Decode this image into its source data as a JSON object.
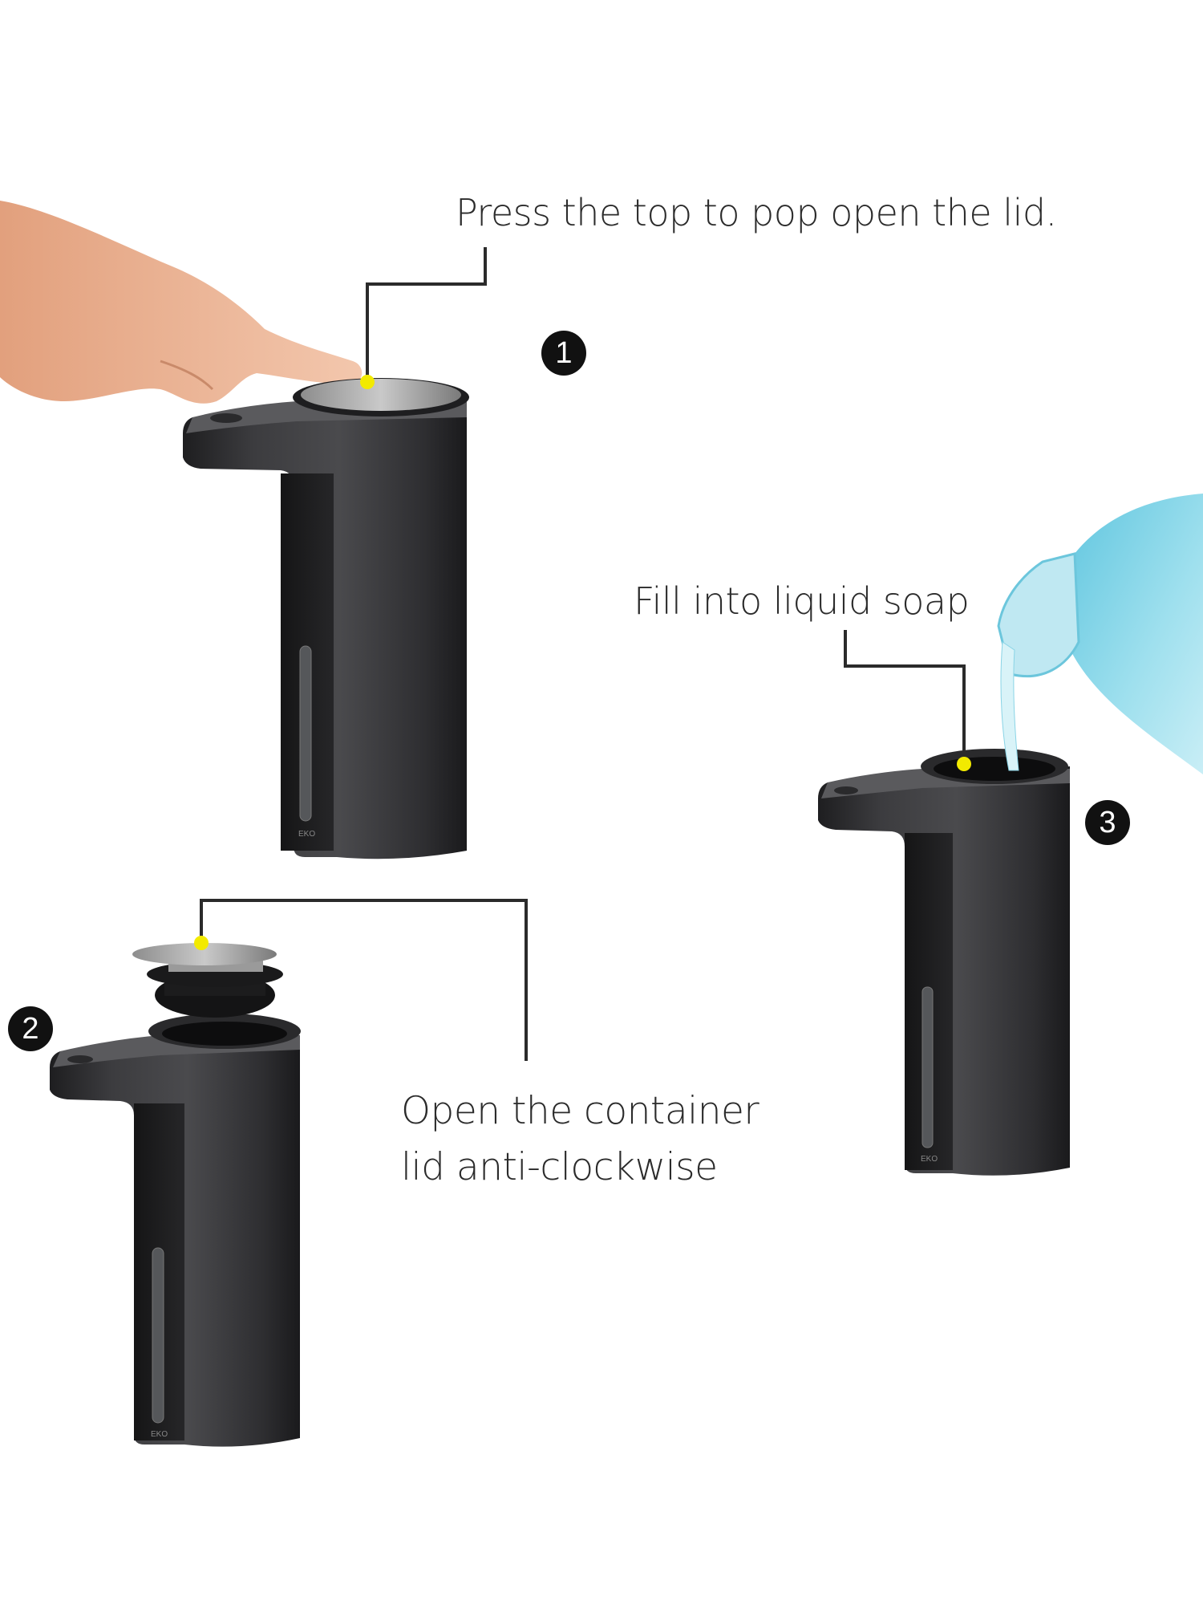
{
  "steps": [
    {
      "number": "1",
      "caption": "Press the top to pop open the lid."
    },
    {
      "number": "2",
      "caption_line1": "Open the container",
      "caption_line2": "lid anti-clockwise"
    },
    {
      "number": "3",
      "caption": "Fill into liquid soap"
    }
  ],
  "product": {
    "brand_mark": "EKO",
    "body_color": "#3a3a3d",
    "callout_dot_color": "#f2ea00",
    "soap_color": "#7fd3e6"
  }
}
